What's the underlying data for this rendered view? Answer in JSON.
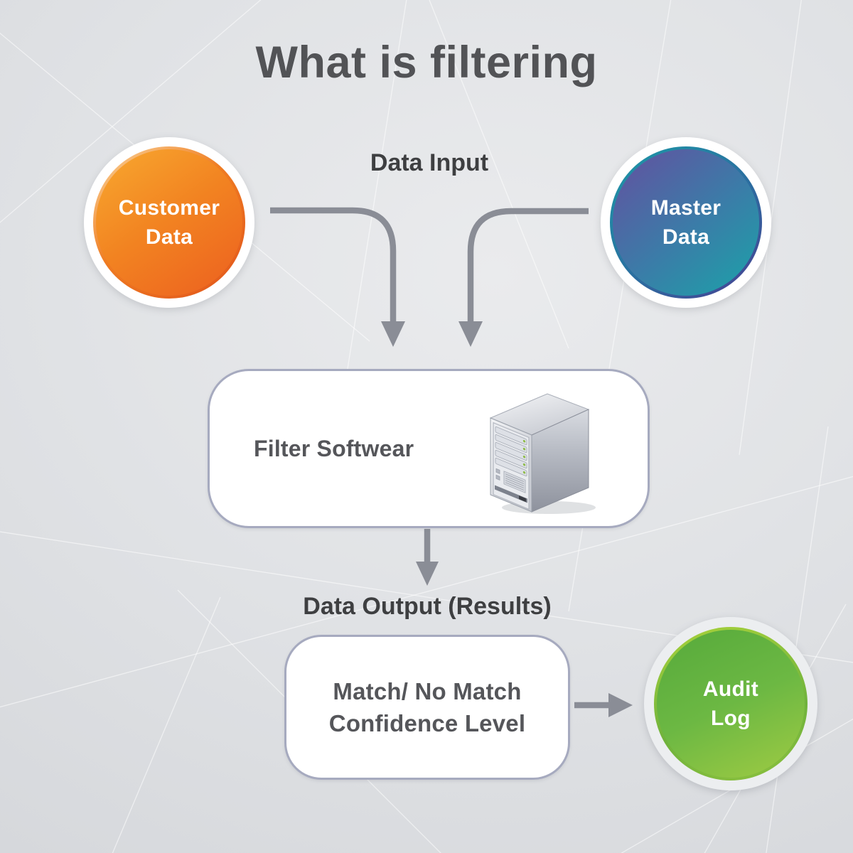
{
  "title": "What is filtering",
  "flow": {
    "input_label": "Data Input",
    "output_label": "Data Output (Results)"
  },
  "nodes": {
    "customer_data": {
      "label_line1": "Customer",
      "label_line2": "Data"
    },
    "master_data": {
      "label_line1": "Master",
      "label_line2": "Data"
    },
    "filter_software": {
      "label": "Filter Softwear"
    },
    "match_result": {
      "label_line1": "Match/ No Match",
      "label_line2": "Confidence Level"
    },
    "audit_log": {
      "label_line1": "Audit",
      "label_line2": "Log"
    }
  },
  "icons": {
    "server": "server-tower-icon"
  },
  "colors": {
    "customer_gradient_start": "#F7A52E",
    "customer_gradient_end": "#ED6320",
    "master_gradient_start": "#5E56A1",
    "master_gradient_end": "#1E9FA9",
    "audit_gradient_start": "#58AB3C",
    "audit_gradient_end": "#9FCB43",
    "arrow": "#8A8D96",
    "box_border": "#A6AABF",
    "title_text": "#525356",
    "label_text": "#3E3F41",
    "box_text": "#55565A",
    "background": "#DFE1E4"
  }
}
